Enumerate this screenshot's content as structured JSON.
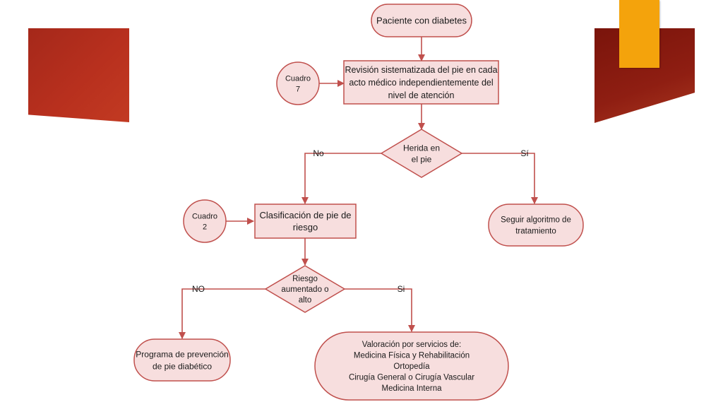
{
  "colors": {
    "node_fill": "#f7dede",
    "node_stroke": "#c0504d",
    "arrow": "#c0504d",
    "deco_red_dark": "#8a1a10",
    "deco_red": "#b8301e",
    "deco_orange": "#f4a30c"
  },
  "flowchart": {
    "nodes": {
      "start": {
        "lines": [
          "Paciente con diabetes"
        ]
      },
      "review": {
        "lines": [
          "Revisión sistematizada del pie en cada",
          "acto médico independientemente del",
          "nivel de atención"
        ]
      },
      "cuadro7": {
        "lines": [
          "Cuadro",
          "7"
        ]
      },
      "wound": {
        "lines": [
          "Herida en",
          "el pie"
        ]
      },
      "algorithm": {
        "lines": [
          "Seguir algoritmo de",
          "tratamiento"
        ]
      },
      "classify": {
        "lines": [
          "Clasificación de pie de",
          "riesgo"
        ]
      },
      "cuadro2": {
        "lines": [
          "Cuadro",
          "2"
        ]
      },
      "risk": {
        "lines": [
          "Riesgo",
          "aumentado o",
          "alto"
        ]
      },
      "prevention": {
        "lines": [
          "Programa de prevención",
          "de pie diabético"
        ]
      },
      "services": {
        "lines": [
          "Valoración por servicios de:",
          "Medicina Física y Rehabilitación",
          "Ortopedía",
          "Cirugía General o Cirugía Vascular",
          "Medicina Interna"
        ]
      }
    },
    "edge_labels": {
      "wound_no": "No",
      "wound_yes": "Sí",
      "risk_no": "NO",
      "risk_yes": "Si"
    }
  }
}
